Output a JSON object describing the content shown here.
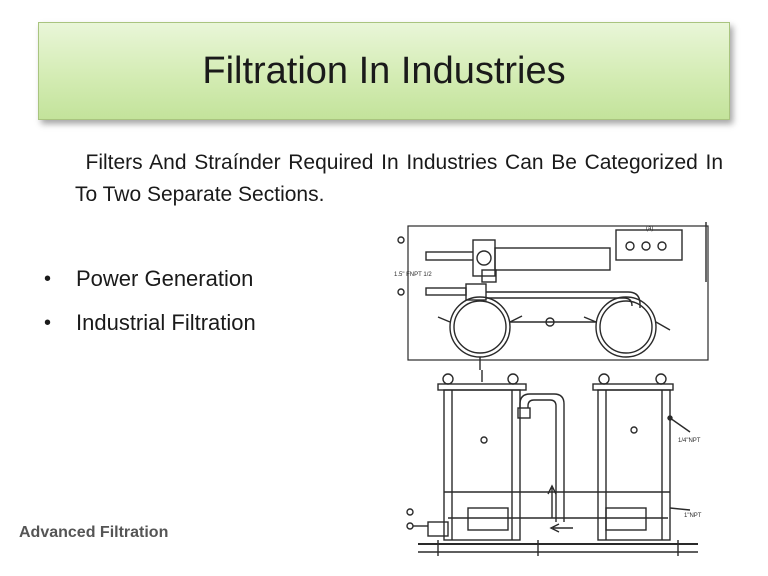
{
  "slide": {
    "title": "Filtration In Industries",
    "intro": "Filters And Straínder Required In Industries Can Be Categorized In To Two Separate Sections.",
    "bullets": [
      {
        "marker": "•",
        "label": "Power Generation"
      },
      {
        "marker": "•",
        "label": "Industrial Filtration"
      }
    ],
    "footer": "Advanced Filtration"
  },
  "diagram": {
    "labels": {
      "npt_top": "1.5\" FNPT 1/2",
      "npt_side": "1/4\"NPT",
      "npt_bottom": "1\"NPT"
    }
  },
  "colors": {
    "title_gradient_top": "#e9f6d8",
    "title_gradient_bottom": "#c3e39b",
    "footer_text": "#555555",
    "drawing_line": "#2a2a2a"
  }
}
